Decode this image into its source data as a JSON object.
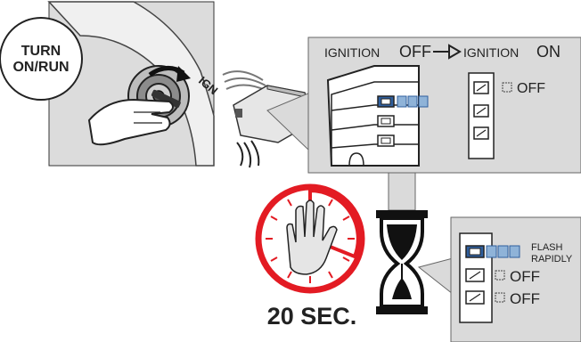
{
  "ignition": {
    "turn_label_line1": "TURN",
    "turn_label_line2": "ON/RUN",
    "ign_label": "IGN"
  },
  "callout_top": {
    "off_label": "IGNITION",
    "off_word": "OFF",
    "on_label": "IGNITION",
    "on_word": "ON",
    "status_off": "OFF"
  },
  "timer": {
    "duration": "20 SEC."
  },
  "callout_bottom": {
    "flash_line1": "FLASH",
    "flash_line2": "RAPIDLY",
    "status_off_1": "OFF",
    "status_off_2": "OFF"
  },
  "colors": {
    "panel_grey": "#dadada",
    "led_blue": "#2f5f9e",
    "led_light": "#8fb3d8",
    "stop_red": "#e31b23"
  }
}
